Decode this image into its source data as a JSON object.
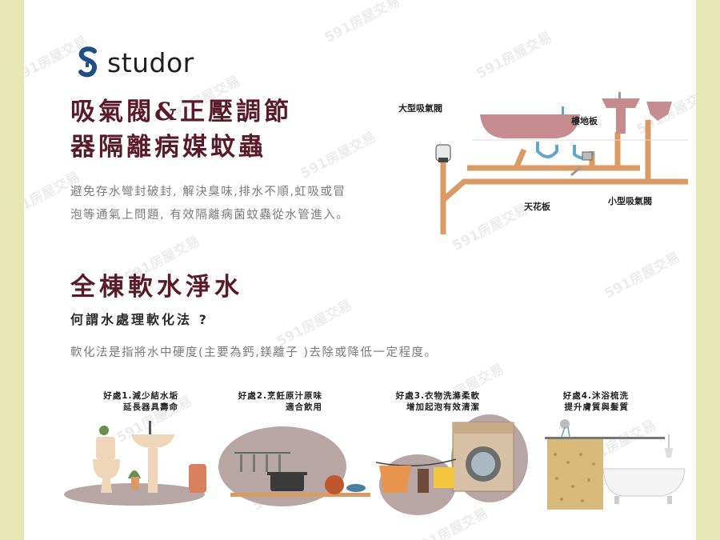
{
  "brand": {
    "name": "studor"
  },
  "section1": {
    "title_line1": "吸氣閥&正壓調節",
    "title_line2": "器隔離病媒蚊蟲",
    "desc_line1": "避免存水彎封破封, 解決臭味,排水不順,虹吸或冒",
    "desc_line2": "泡等通氣上問題, 有效隔離病菌蚊蟲從水管進入。"
  },
  "diagram": {
    "label_large_valve": "大型吸氣閥",
    "label_floor": "樓地板",
    "label_ceiling": "天花板",
    "label_small_valve": "小型吸氣閥"
  },
  "section2": {
    "title": "全棟軟水淨水",
    "question": "何謂水處理軟化法 ?",
    "desc": "軟化法是指將水中硬度(主要為鈣,鎂離子 )去除或降低一定程度。"
  },
  "benefits": [
    {
      "line1": "好處1.減少結水垢",
      "line2": "延長器具壽命"
    },
    {
      "line1": "好處2.烹飪原汁原味",
      "line2": "適合飲用"
    },
    {
      "line1": "好處3.衣物洗滌柔軟",
      "line2": "增加起泡有效清潔"
    },
    {
      "line1": "好處4.沐浴梳洗",
      "line2": "提升膚質與髮質"
    }
  ],
  "watermark": {
    "text": "591房屋交易"
  },
  "colors": {
    "title": "#5a1a28",
    "pipe": "#d99a63",
    "sink": "#c58b8f",
    "blob": "#b7a6a4",
    "side": "#e6e7b6"
  }
}
